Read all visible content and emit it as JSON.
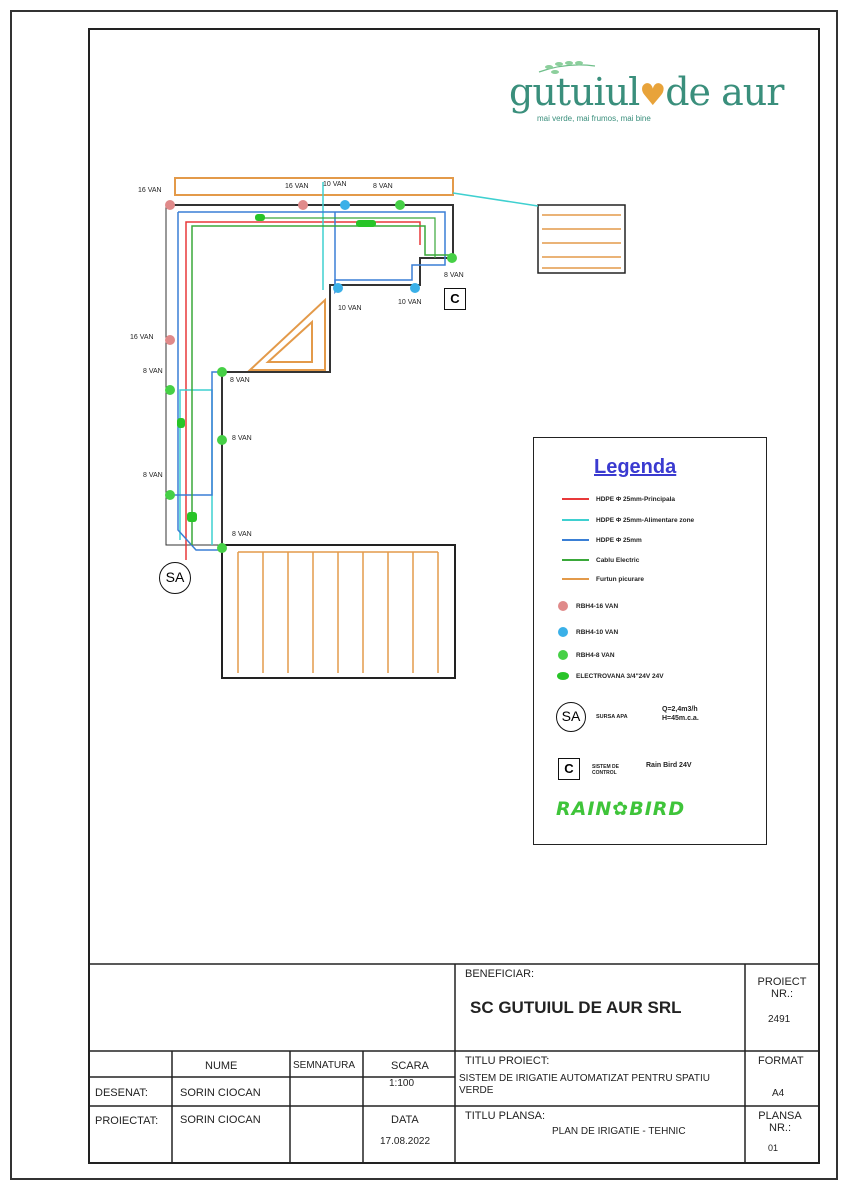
{
  "logo": {
    "name_part1": "gutuiul",
    "heart": "♥",
    "name_part2": "de aur",
    "tagline": "mai verde, mai frumos, mai bine"
  },
  "plan": {
    "valve_labels": [
      {
        "id": "v1",
        "text": "16 VAN"
      },
      {
        "id": "v2",
        "text": "16 VAN"
      },
      {
        "id": "v3",
        "text": "10 VAN"
      },
      {
        "id": "v4",
        "text": "8 VAN"
      },
      {
        "id": "v5",
        "text": "8 VAN"
      },
      {
        "id": "v6",
        "text": "10 VAN"
      },
      {
        "id": "v7",
        "text": "10 VAN"
      },
      {
        "id": "v8",
        "text": "16 VAN"
      },
      {
        "id": "v9",
        "text": "8 VAN"
      },
      {
        "id": "v10",
        "text": "8 VAN"
      },
      {
        "id": "v11",
        "text": "8 VAN"
      },
      {
        "id": "v12",
        "text": "8 VAN"
      },
      {
        "id": "v13",
        "text": "8 VAN"
      }
    ],
    "controller_symbol": "C",
    "pump_symbol": "SA"
  },
  "legend": {
    "title": "Legenda",
    "lines": [
      {
        "label": "HDPE Φ 25mm-Principala",
        "color": "#e8393a"
      },
      {
        "label": "HDPE Φ 25mm-Alimentare zone",
        "color": "#3fd0d0"
      },
      {
        "label": "HDPE Φ 25mm",
        "color": "#3a7fd5"
      },
      {
        "label": "Cablu Electric",
        "color": "#3aa83a"
      },
      {
        "label": "Furtun picurare",
        "color": "#e39a4a"
      }
    ],
    "points": [
      {
        "label": "RBH4-16 VAN",
        "color": "#e08a8a"
      },
      {
        "label": "RBH4-10 VAN",
        "color": "#3ab0e8"
      },
      {
        "label": "RBH4-8 VAN",
        "color": "#46d046"
      },
      {
        "label": "ELECTROVANA 3/4\"24V 24V",
        "color": "#28c428"
      }
    ],
    "pump": {
      "symbol": "SA",
      "label": "SURSA APA",
      "flow": "Q=2,4m3/h",
      "head": "H=45m.c.a."
    },
    "controller": {
      "symbol": "C",
      "label_line1": "SISTEM DE",
      "label_line2": "CONTROL",
      "value": "Rain Bird 24V"
    },
    "brand": "RAIN✿BIRD"
  },
  "title_block": {
    "beneficiar_label": "BENEFICIAR:",
    "beneficiar": "SC GUTUIUL DE AUR SRL",
    "project_nr_label": "PROIECT NR.:",
    "project_nr": "2491",
    "col_nume": "NUME",
    "col_semnatura": "SEMNATURA",
    "scara_label": "SCARA",
    "scara": "1:100",
    "desenat_label": "DESENAT:",
    "desenat": "SORIN CIOCAN",
    "proiectat_label": "PROIECTAT:",
    "proiectat": "SORIN CIOCAN",
    "data_label": "DATA",
    "data": "17.08.2022",
    "titlu_proiect_label": "TITLU PROIECT:",
    "titlu_proiect": "SISTEM DE IRIGATIE AUTOMATIZAT PENTRU SPATIU VERDE",
    "titlu_plansa_label": "TITLU PLANSA:",
    "titlu_plansa": "PLAN DE IRIGATIE - TEHNIC",
    "format_label": "FORMAT",
    "format": "A4",
    "plansa_label": "PLANSA NR.:",
    "plansa": "01"
  }
}
